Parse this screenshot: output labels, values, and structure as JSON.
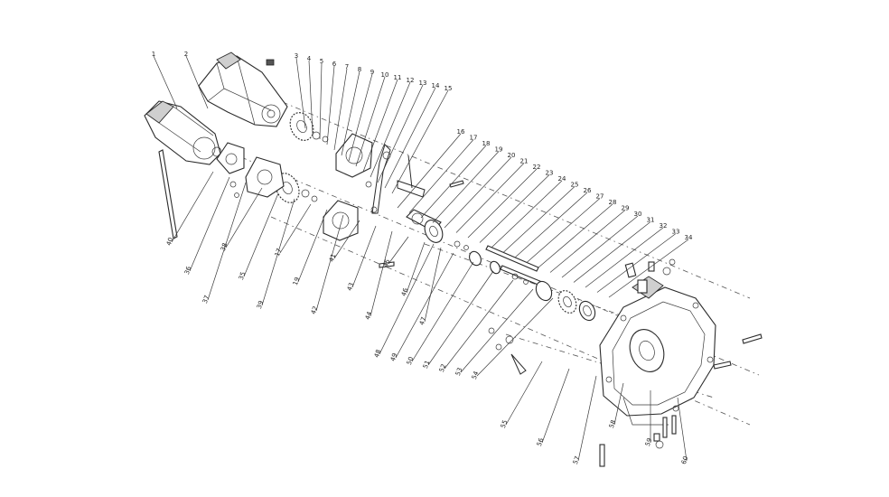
{
  "diagram": {
    "labels_top_row": [
      "1",
      "2",
      "3",
      "4",
      "5",
      "6",
      "7",
      "8",
      "9",
      "10",
      "11",
      "12",
      "13",
      "14",
      "15"
    ],
    "labels_middle_row": [
      "16",
      "17",
      "18",
      "19",
      "20",
      "21",
      "22",
      "23",
      "24",
      "25",
      "26",
      "27",
      "28",
      "29",
      "30",
      "31",
      "32",
      "33",
      "34"
    ],
    "labels_lower_left": [
      "40",
      "36",
      "37",
      "38",
      "35",
      "39",
      "17",
      "19",
      "42",
      "41",
      "43",
      "44",
      "45",
      "46",
      "47"
    ],
    "labels_lower_right": [
      "48",
      "49",
      "50",
      "51",
      "52",
      "53",
      "54",
      "55",
      "56",
      "57",
      "58",
      "59",
      "60"
    ],
    "line_color": "#2b2b2b",
    "background": "#ffffff"
  }
}
